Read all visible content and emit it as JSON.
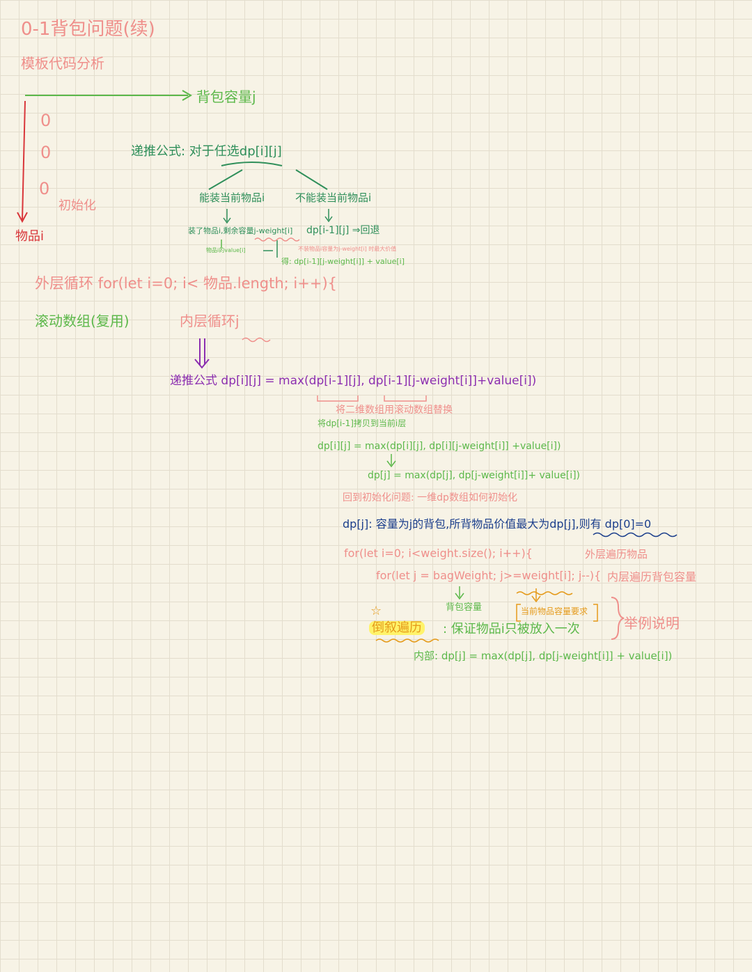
{
  "title": "0-1背包问题(续)",
  "subtitle": "模板代码分析",
  "grid": {
    "x_label": "背包容量j",
    "y_label": "物品i",
    "zeros": [
      "0",
      "0",
      "0"
    ],
    "init_label": "初始化"
  },
  "recurrence": {
    "head": "递推公式: 对于任选dp[i][j]",
    "left_branch": "能装当前物品i",
    "right_branch": "不能装当前物品i",
    "left_step1": "装了物品i,剩余容量j-weight[i]",
    "left_step2": "物品i的value[i]",
    "right_result": "dp[i-1][j] ⇒回退",
    "left_note": "不装物品i容量为j-weight[i] 时最大价值",
    "left_result": "得: dp[i-1][j-weight[i]] + value[i]"
  },
  "outer_loop": "外层循环 for(let i=0; i< 物品.length; i++){",
  "rolling": "滚动数组(复用)",
  "inner_loop": "内层循环j",
  "formula": "递推公式 dp[i][j] = max(dp[i-1][j], dp[i-1][j-weight[i]]+value[i])",
  "replace_note": "将二维数组用滚动数组替换",
  "copy_note": "将dp[i-1]拷贝到当前i层",
  "formula2": "dp[i][j] = max(dp[i][j], dp[i][j-weight[i]] +value[i])",
  "formula3": "dp[j] = max(dp[j], dp[j-weight[i]]+ value[i])",
  "init_question": "回到初始化问题: 一维dp数组如何初始化",
  "definition": "dp[j]: 容量为j的背包,所背物品价值最大为dp[j],则有 dp[0]=0",
  "code_outer": "for(let i=0; i<weight.size(); i++){",
  "code_outer_note": "外层遍历物品",
  "code_inner": "for(let j = bagWeight; j>=weight[i]; j--){",
  "code_inner_note": "内层遍历背包容量",
  "label_capacity": "背包容量",
  "label_required": "当前物品容量要求",
  "reverse": "倒叙遍历",
  "reverse_note": ": 保证物品i只被放入一次",
  "example_note": "举例说明",
  "inner_body": "内部: dp[j] = max(dp[j], dp[j-weight[i]] + value[i])",
  "star": "☆",
  "colors": {
    "pink": "#ef8f8b",
    "green": "#5cb84a",
    "dark_green": "#2f8f5a",
    "purple": "#8c2fb0",
    "navy": "#1c3f8c",
    "orange": "#e59a1a",
    "red": "#d9363a",
    "highlight": "#fff36a"
  }
}
